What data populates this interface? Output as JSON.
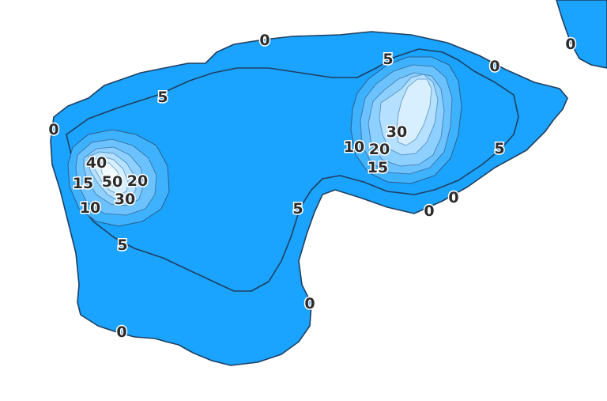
{
  "map": {
    "colors": {
      "water_level_0": "#1aa3ff",
      "level_10": "#3fb2ff",
      "level_15": "#6cc2ff",
      "level_20": "#8ed0ff",
      "level_30": "#b6e0ff",
      "level_40": "#d8efff",
      "level_50": "#f2fbff",
      "contour_line": "#1f3f5f",
      "label_text": "#2b2b2b",
      "label_halo": "#ffffff"
    },
    "contour_labels": [
      "0",
      "0",
      "0",
      "0",
      "0",
      "0",
      "0",
      "0",
      "5",
      "5",
      "5",
      "5",
      "5",
      "10",
      "15",
      "20",
      "30",
      "40",
      "50",
      "10",
      "15",
      "20",
      "30"
    ]
  }
}
